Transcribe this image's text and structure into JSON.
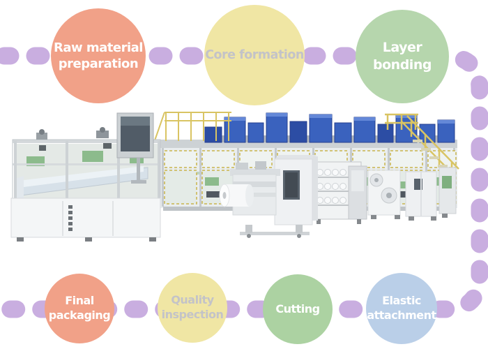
{
  "page": {
    "background": "#FFFFFF"
  },
  "process": {
    "connector_color": "#C9AEE0",
    "top_steps": [
      {
        "label": "Raw material\npreparation",
        "color": "#F1A188",
        "text_color": "#FFFFFF"
      },
      {
        "label": "Core formation",
        "color": "#F0E6A4",
        "text_color": "#C3C3C8"
      },
      {
        "label": "Layer\nbonding",
        "color": "#B6D6AD",
        "text_color": "#FFFFFF"
      }
    ],
    "bottom_steps": [
      {
        "label": "Final\npackaging",
        "color": "#F1A188",
        "text_color": "#FFFFFF"
      },
      {
        "label": "Quality\ninspection",
        "color": "#F0E6A4",
        "text_color": "#C3C3C8"
      },
      {
        "label": "Cutting",
        "color": "#ACD2A2",
        "text_color": "#FFFFFF"
      },
      {
        "label": "Elastic\nattachment",
        "color": "#BACFE8",
        "text_color": "#FFFFFF"
      }
    ]
  },
  "illustration": {
    "name": "production-line-machinery",
    "accent_colors": {
      "safety_yellow": "#D9C463",
      "unit_blue": "#3A62BE",
      "machine_green": "#8CBB8C",
      "body_gray": "#F2F4F5",
      "guard_dash_yellow": "#C9B44C"
    }
  }
}
